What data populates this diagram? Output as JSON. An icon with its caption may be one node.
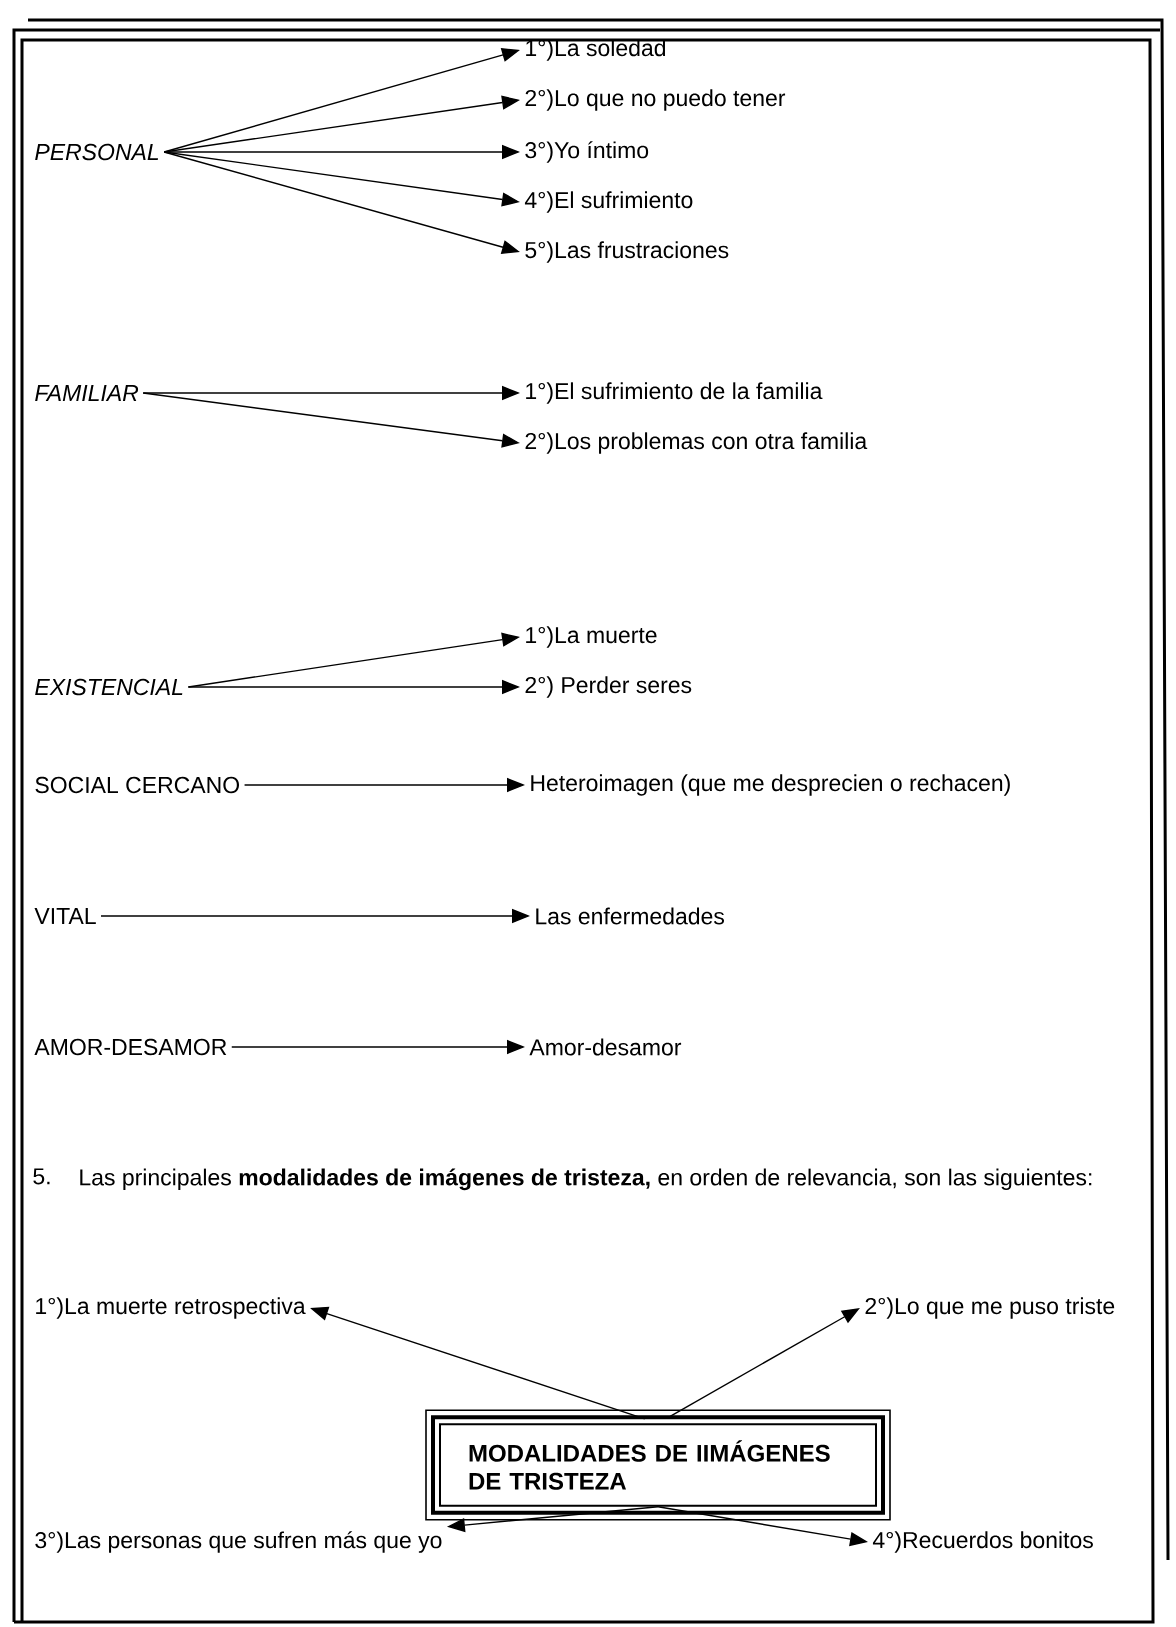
{
  "diagram": {
    "nodes": [
      {
        "text": [
          "*PERSONAL*"
        ]
      },
      {
        "text": [
          "1°)La soledad"
        ]
      },
      {
        "text": [
          "2°)Lo que no puedo tener"
        ]
      },
      {
        "text": [
          "3°)Yo íntimo"
        ]
      },
      {
        "text": [
          "4°)El sufrimiento"
        ]
      },
      {
        "text": [
          "5°)Las frustraciones"
        ]
      },
      {
        "text": [
          "*FAMILIAR*"
        ]
      },
      {
        "text": [
          "1°)El sufrimiento de la familia"
        ]
      },
      {
        "text": [
          "2°)Los problemas con otra familia"
        ]
      },
      {
        "text": [
          "*EXISTENCIAL*"
        ]
      },
      {
        "text": [
          "1°)La muerte"
        ]
      },
      {
        "text": [
          "2°) Perder seres"
        ]
      },
      {
        "text": [
          "SOCIAL CERCANO"
        ]
      },
      {
        "text": [
          "Heteroimagen (que me desprecien o rechacen)"
        ]
      },
      {
        "text": [
          "VITAL"
        ]
      },
      {
        "text": [
          "Las enfermedades"
        ]
      },
      {
        "text": [
          "AMOR-DESAMOR"
        ]
      },
      {
        "text": [
          "Amor-desamor"
        ]
      },
      {
        "text": [
          "1°)La muerte retrospectiva"
        ]
      },
      {
        "text": [
          "2°)Lo que me puso triste"
        ]
      },
      {
        "text": [
          "MODALIDADES DE IIMÁGENES DE TRISTEZA"
        ]
      },
      {
        "text": [
          "3°)Las personas que sufren más que yo"
        ]
      },
      {
        "text": [
          "4°)Recuerdos bonitos"
        ]
      }
    ],
    "edges": [
      {
        "from": 0,
        "to": 1,
        "arrow": "to"
      },
      {
        "from": 0,
        "to": 2,
        "arrow": "to"
      },
      {
        "from": 0,
        "to": 3,
        "arrow": "to"
      },
      {
        "from": 0,
        "to": 4,
        "arrow": "to"
      },
      {
        "from": 0,
        "to": 5,
        "arrow": "to"
      },
      {
        "from": 6,
        "to": 7,
        "arrow": "to"
      },
      {
        "from": 6,
        "to": 8,
        "arrow": "to"
      },
      {
        "from": 9,
        "to": 10,
        "arrow": "to"
      },
      {
        "from": 9,
        "to": 11,
        "arrow": "to"
      },
      {
        "from": 12,
        "to": 13,
        "arrow": "to"
      },
      {
        "from": 14,
        "to": 15,
        "arrow": "to"
      },
      {
        "from": 16,
        "to": 17,
        "arrow": "to"
      },
      {
        "from": 20,
        "to": 18,
        "arrow": "to"
      },
      {
        "from": 20,
        "to": 19,
        "arrow": "to"
      },
      {
        "from": 20,
        "to": 21,
        "arrow": "to"
      },
      {
        "from": 20,
        "to": 22,
        "arrow": "to"
      }
    ],
    "labels": [
      "5.",
      "Las principales **modalidades de imágenes de tristeza,** en orden de relevancia, son las siguientes:"
    ]
  }
}
